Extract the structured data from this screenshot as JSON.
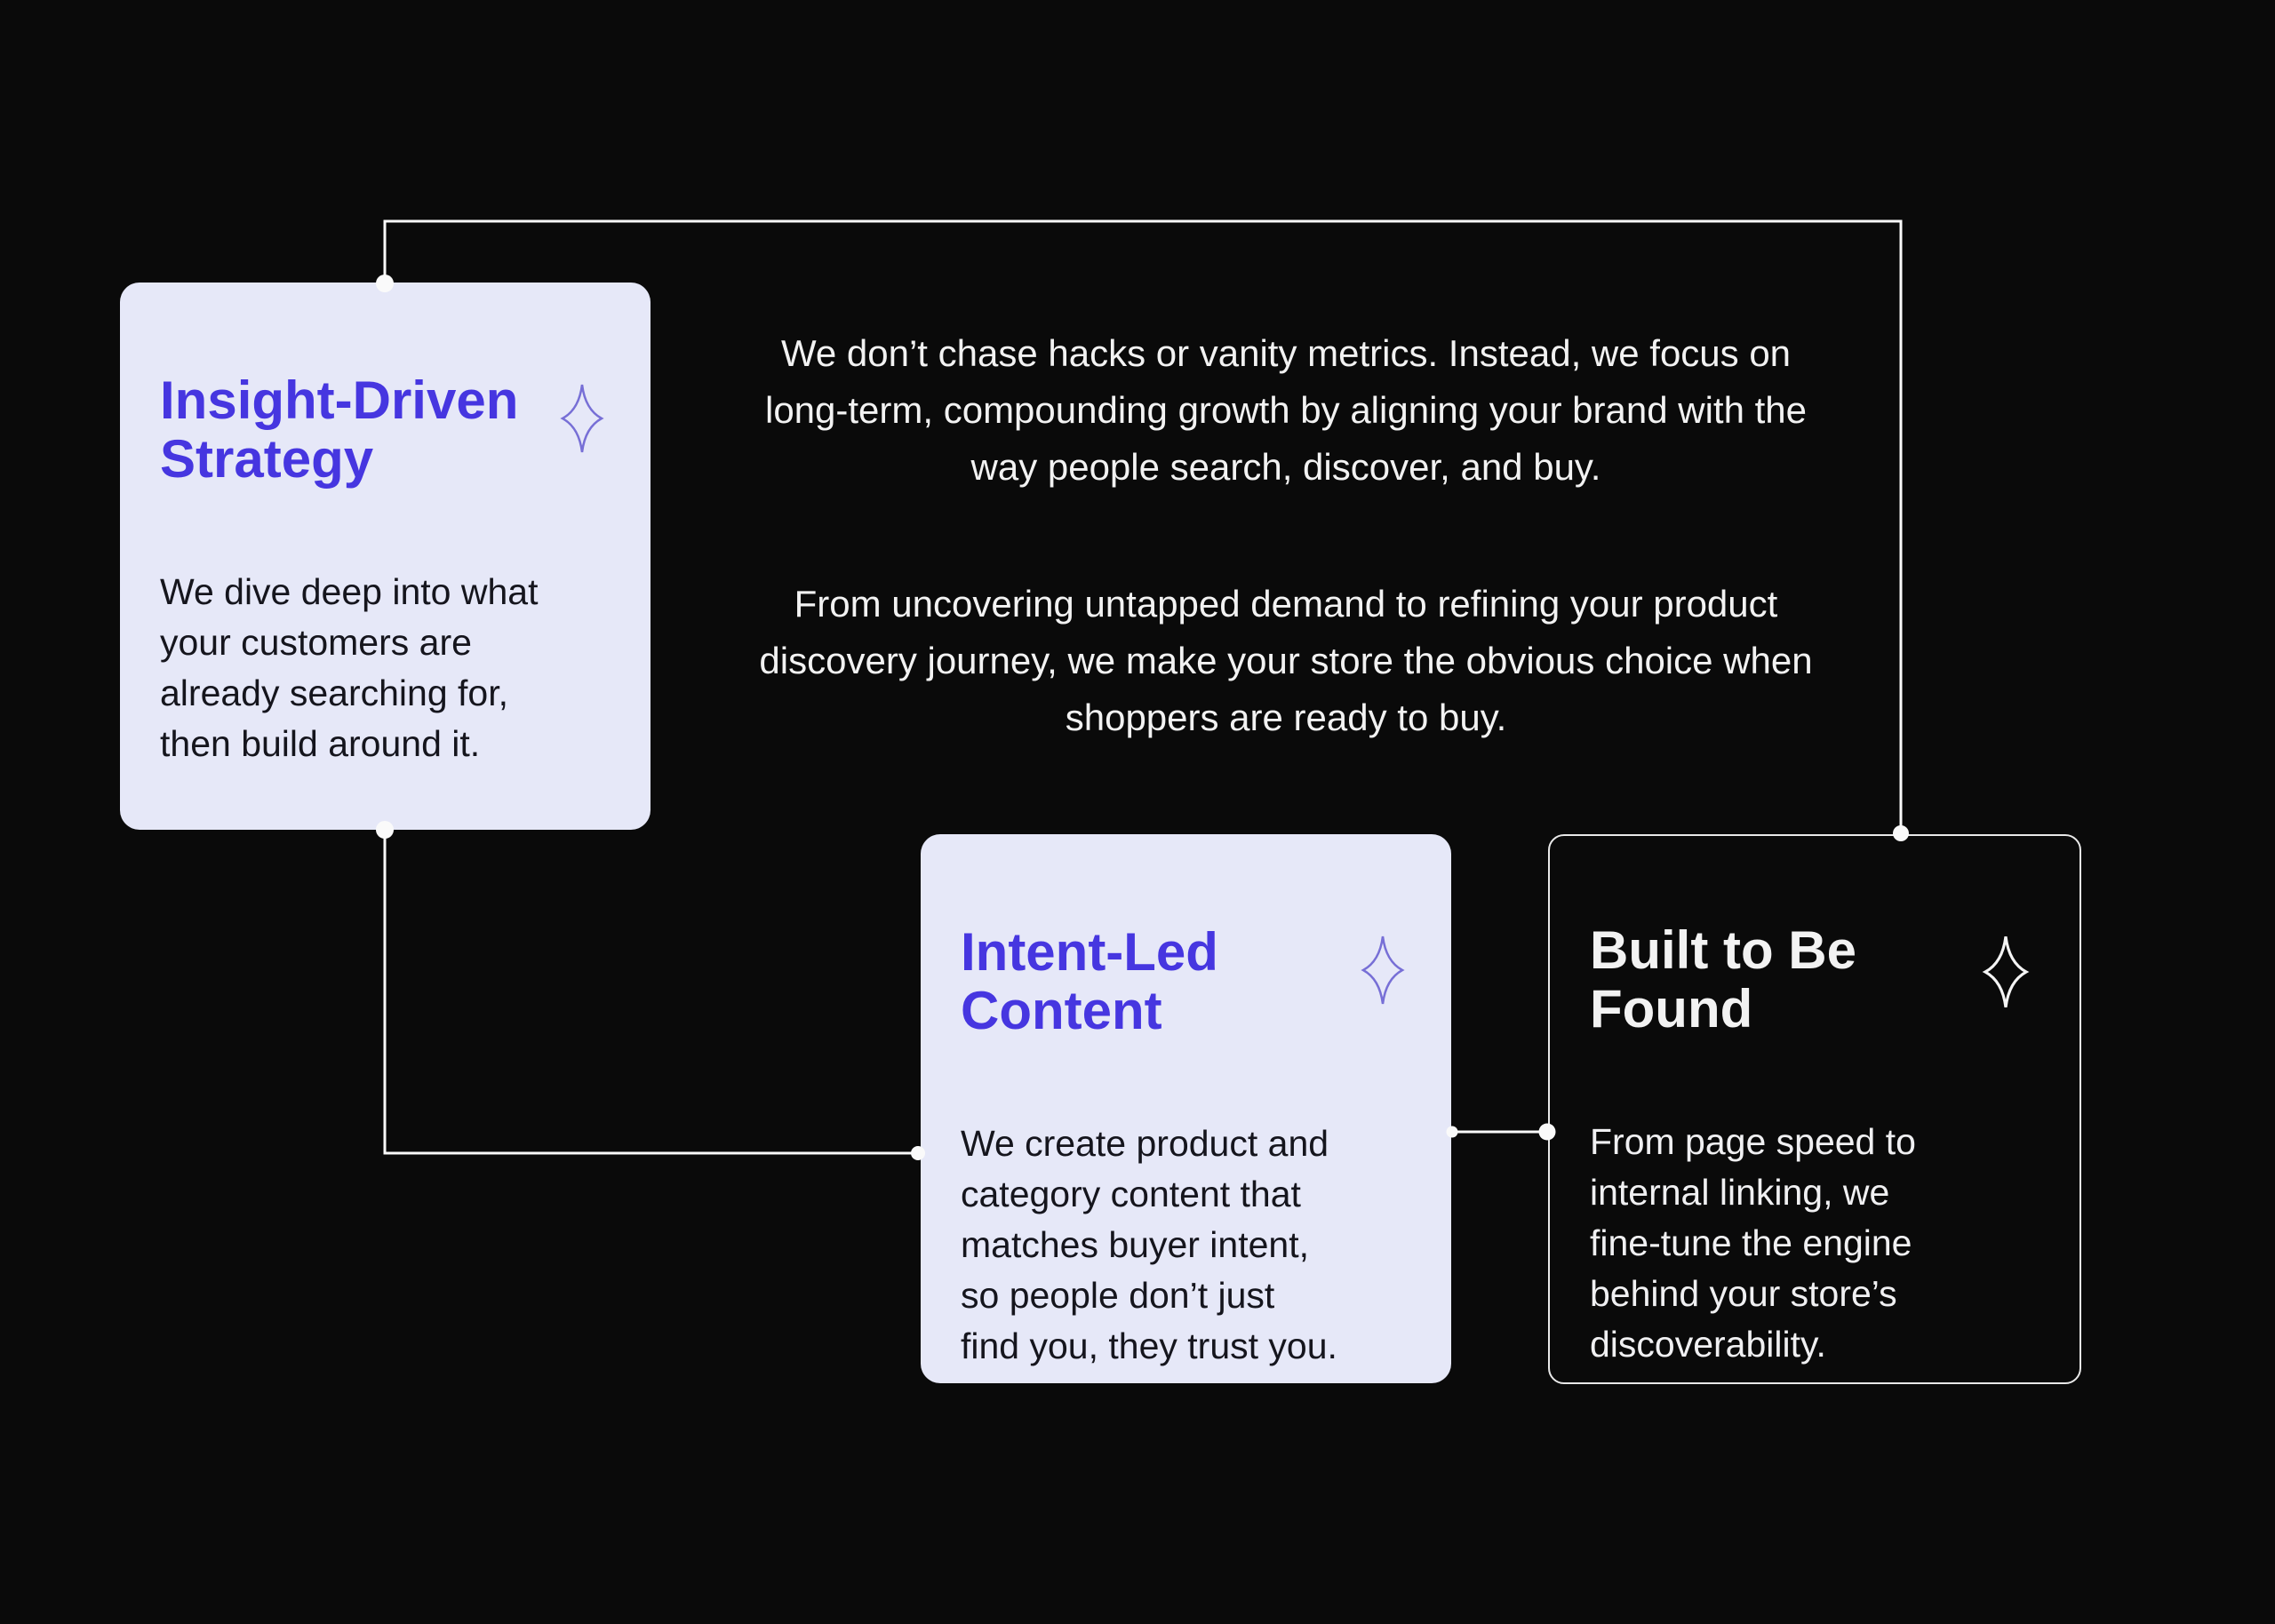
{
  "colors": {
    "background": "#0a0a0a",
    "card-fill": "#e6e8f8",
    "accent": "#4636e0",
    "card-text": "#15151d",
    "light-text": "#f2f2f2",
    "connector": "#fafafa",
    "outline": "#e9e9e9",
    "sparkle-purple": "#776fd6",
    "sparkle-white": "#f5f5f5"
  },
  "intro": {
    "paragraph1_lines": [
      "We don’t chase hacks or vanity metrics. Instead, we focus on",
      "long-term, compounding growth by aligning your brand with the",
      "way people search, discover, and buy."
    ],
    "paragraph2_lines": [
      "From uncovering untapped demand to refining your product",
      "discovery journey, we make your store the obvious choice when",
      "shoppers are ready to buy."
    ]
  },
  "cards": [
    {
      "id": "insight-driven-strategy",
      "variant": "filled",
      "icon": "sparkle-icon",
      "title_lines": [
        "Insight-Driven",
        "Strategy"
      ],
      "body_lines": [
        "We dive deep into what",
        "your customers are",
        "already searching for,",
        "then build around it."
      ]
    },
    {
      "id": "intent-led-content",
      "variant": "filled",
      "icon": "sparkle-icon",
      "title_lines": [
        "Intent-Led",
        "Content"
      ],
      "body_lines": [
        "We create product and",
        "category content that",
        "matches buyer intent,",
        "so people don’t just",
        "find you, they trust you."
      ]
    },
    {
      "id": "built-to-be-found",
      "variant": "outlined",
      "icon": "sparkle-icon",
      "title_lines": [
        "Built to Be",
        "Found"
      ],
      "body_lines": [
        "From page speed to",
        "internal linking, we",
        "fine-tune the engine",
        "behind your store’s",
        "discoverability."
      ]
    }
  ]
}
